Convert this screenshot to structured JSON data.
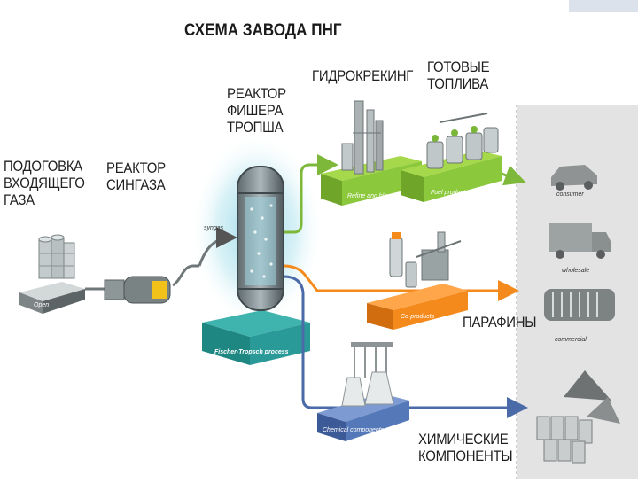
{
  "title": "СХЕМА ЗАВОДА ПНГ",
  "labels": {
    "gas_prep": "ПОДОГОВКА\nВХОДЯЩЕГО\nГАЗА",
    "syngas_reactor": "РЕАКТОР\nСИНГАЗА",
    "ft_reactor": "РЕАКТОР\nФИШЕРА\nТРОПША",
    "hydrocracking": "ГИДРОКРЕКИНГ",
    "fuels": "ГОТОВЫЕ\nТОПЛИВА",
    "paraffins": "ПАРАФИНЫ",
    "chemicals": "ХИМИЧЕСКИЕ\nКОМПОНЕНТЫ"
  },
  "platforms": {
    "open": "Open",
    "ft_process": "Fischer-Tropsch process",
    "refine": "Refine and blend",
    "fuel_products": "Fuel products",
    "coproducts": "Co-products",
    "chemical": "Chemical components"
  },
  "flow": {
    "syngas": "syngas"
  },
  "markets": {
    "consumer": "consumer",
    "wholesale": "wholesale",
    "commercial": "commercial"
  },
  "colors": {
    "green": "#8cc83c",
    "orange": "#f58a1c",
    "blue": "#5578b8",
    "teal": "#2a9a98",
    "gray_panel": "#e3e3e3"
  }
}
